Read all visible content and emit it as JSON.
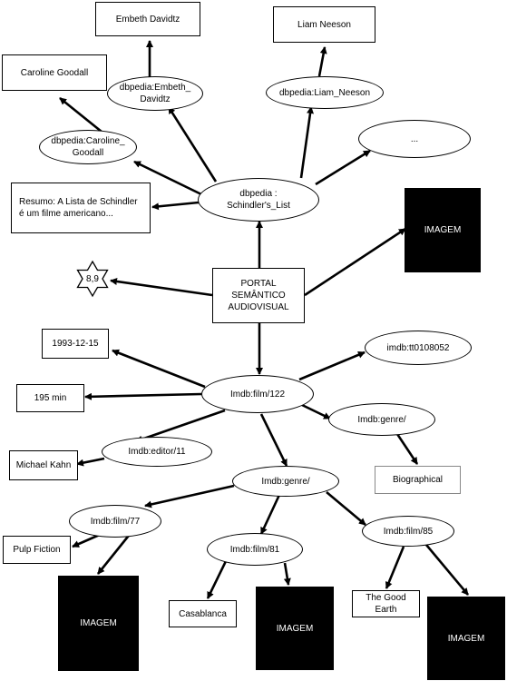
{
  "colors": {
    "line": "#000000",
    "image_fill": "#000000",
    "image_text": "#ffffff"
  },
  "nodes": {
    "embeth": "Embeth  Davidtz",
    "liam": "Liam Neeson",
    "caroline": "Caroline Goodall",
    "dbp_embeth": "dbpedia:Embeth_ Davidtz",
    "dbp_liam": "dbpedia:Liam_Neeson",
    "dbp_caroline": "dbpedia:Caroline_ Goodall",
    "ellipsis": "...",
    "resumo": "Resumo: A Lista de Schindler é um filme americano...",
    "dbp_schindler": "dbpedia : Schindler's_List",
    "imagem_top": "IMAGEM",
    "rating": "8,9",
    "portal": "PORTAL SEMÂNTICO AUDIOVISUAL",
    "date": "1993-12-15",
    "imdb_tt": "imdb:tt0108052",
    "duration": "195 min",
    "imdb_film_122": "Imdb:film/122",
    "imdb_genre_1": "Imdb:genre/",
    "editor": "Michael Kahn",
    "imdb_editor": "Imdb:editor/11",
    "biographical": "Biographical",
    "imdb_genre_2": "Imdb:genre/",
    "imdb_film_77": "Imdb:film/77",
    "pulp": "Pulp Fiction",
    "imdb_film_81": "Imdb:film/81",
    "imdb_film_85": "Imdb:film/85",
    "imagem_77": "IMAGEM",
    "casablanca": "Casablanca",
    "imagem_81": "IMAGEM",
    "good_earth": "The Good Earth",
    "imagem_85": "IMAGEM"
  }
}
